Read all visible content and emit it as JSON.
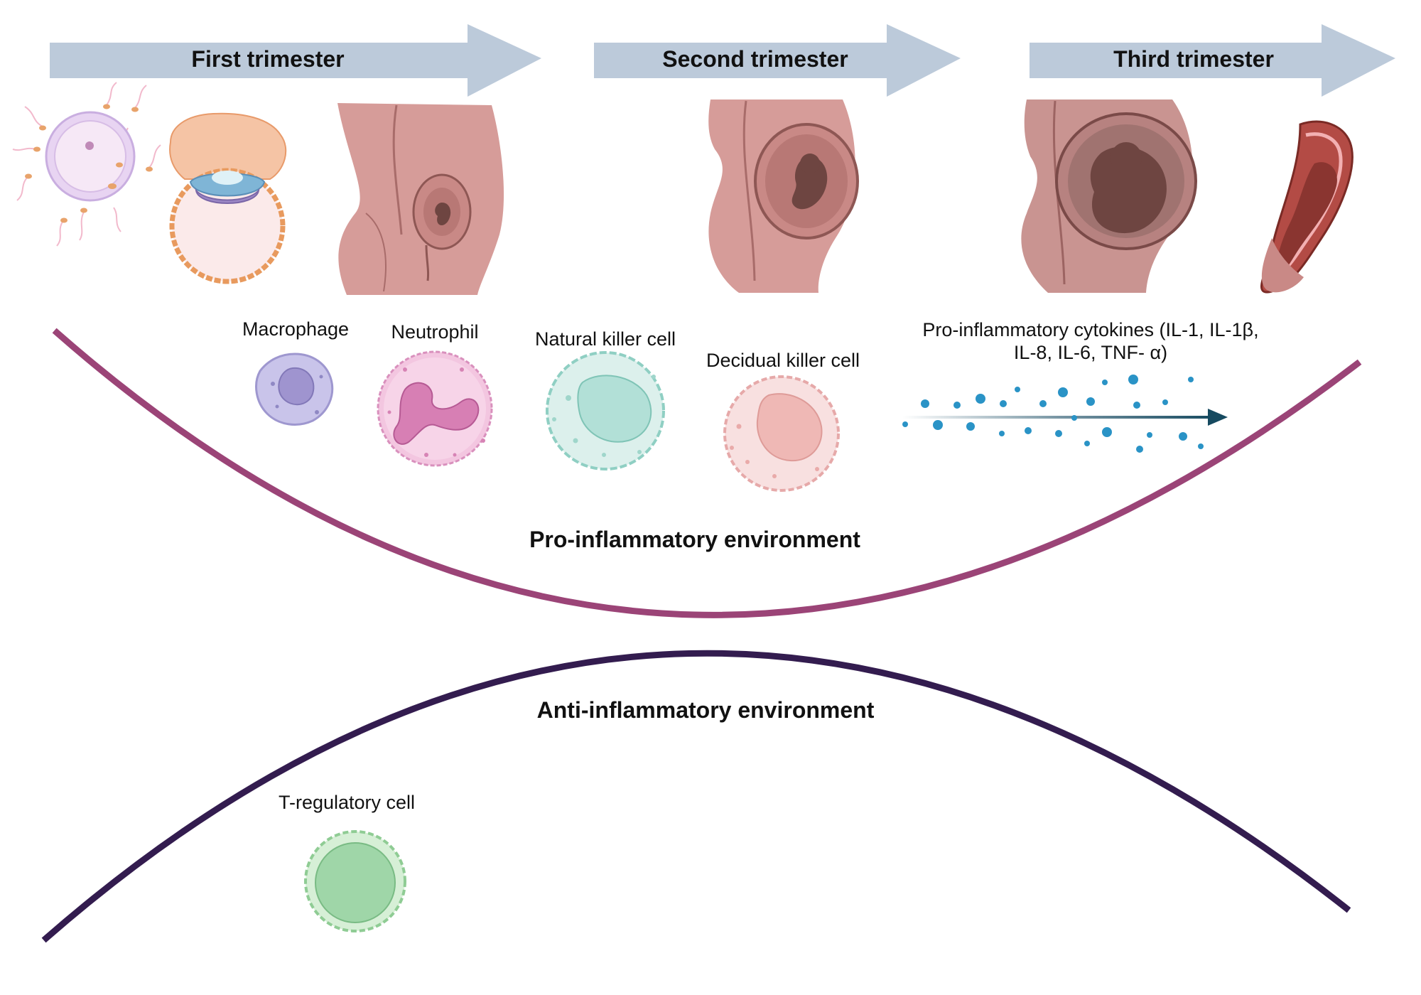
{
  "trimesters": [
    {
      "label": "First trimester"
    },
    {
      "label": "Second trimester"
    },
    {
      "label": "Third trimester"
    }
  ],
  "cells": {
    "macrophage": "Macrophage",
    "neutrophil": "Neutrophil",
    "natural_killer": "Natural killer cell",
    "decidual_killer": "Decidual killer cell",
    "t_regulatory": "T-regulatory cell"
  },
  "cytokines": {
    "line1": "Pro-inflammatory cytokines (IL-1, IL-1β,",
    "line2": "IL-8, IL-6, TNF- α)"
  },
  "environments": {
    "pro": "Pro-inflammatory environment",
    "anti": "Anti-inflammatory environment"
  },
  "colors": {
    "arrow": "#bccada",
    "pro_curve": "#9b4477",
    "anti_curve": "#331c4f",
    "skin": "#d69c99",
    "skin_dark": "#a86c6a",
    "fetus": "#6e4541",
    "cytokine": "#2a93c6"
  }
}
